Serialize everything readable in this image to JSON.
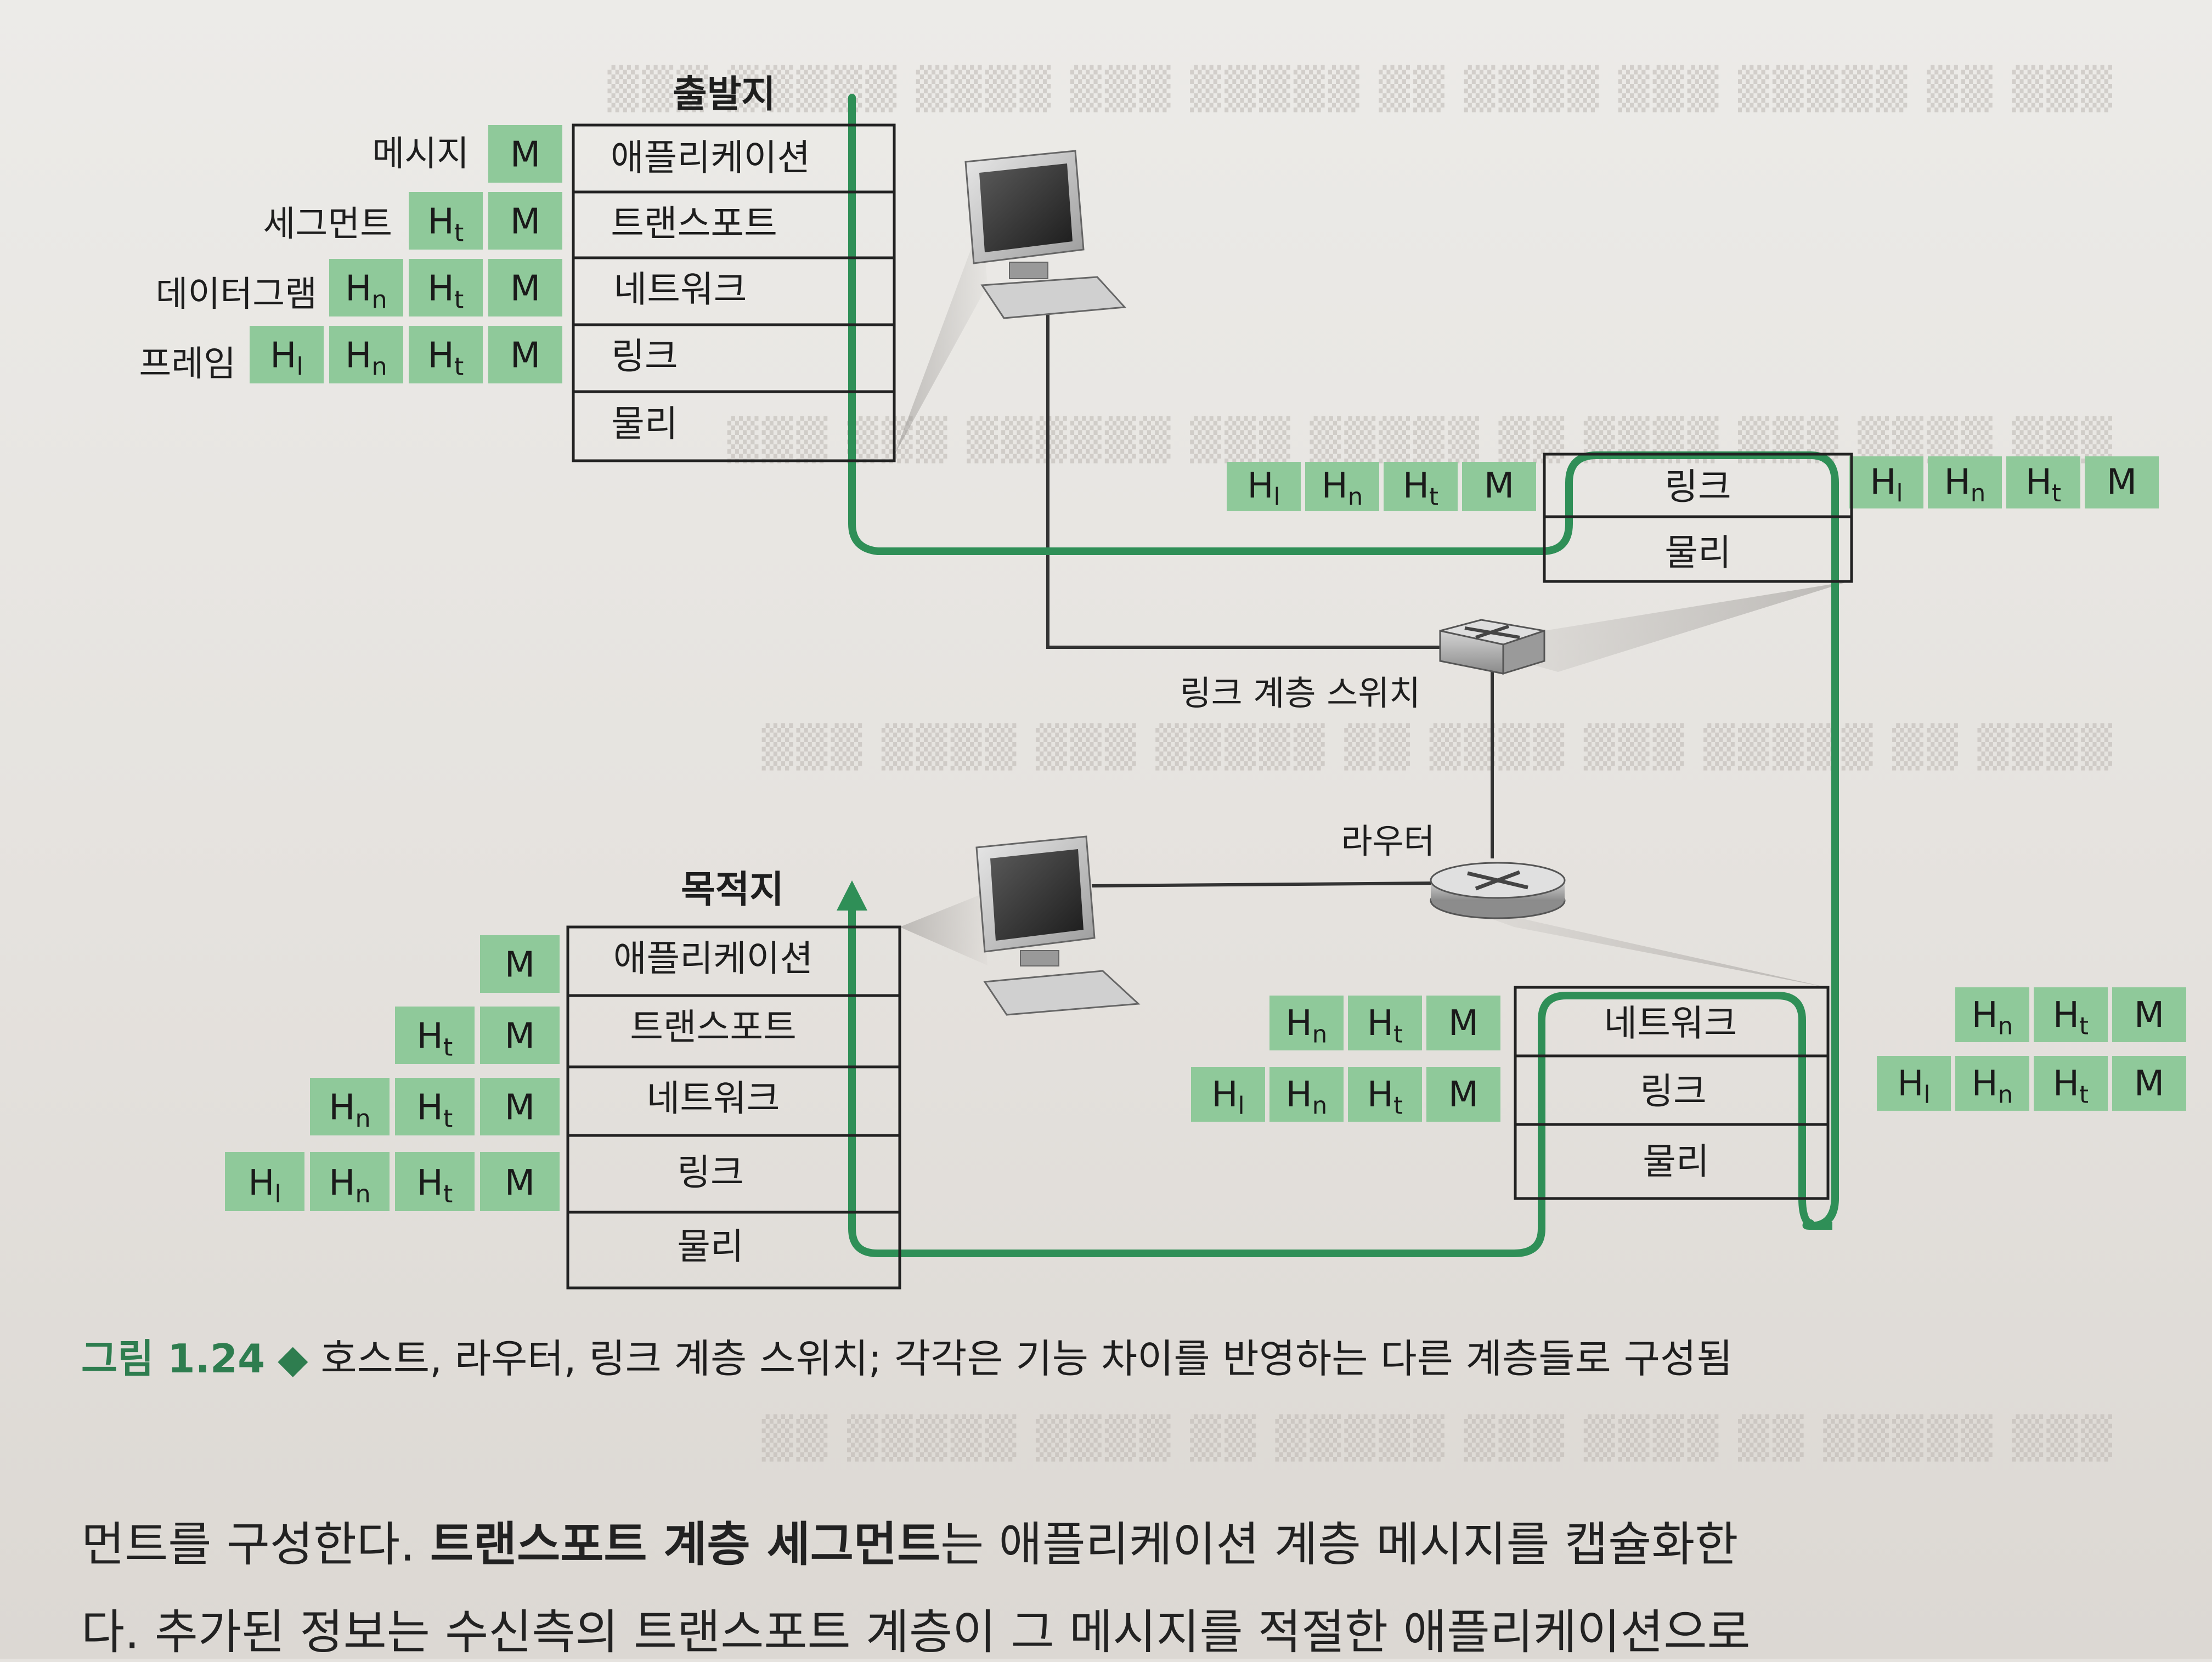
{
  "source_host": "출발지",
  "dest_host": "목적지",
  "layers": {
    "application": "애플리케이션",
    "transport": "트랜스포트",
    "network": "네트워크",
    "link": "링크",
    "physical": "물리"
  },
  "pdu_labels": {
    "message": "메시지",
    "segment": "세그먼트",
    "datagram": "데이터그램",
    "frame": "프레임"
  },
  "headers": {
    "M": "M",
    "Ht": "H",
    "Ht_sub": "t",
    "Hn": "H",
    "Hn_sub": "n",
    "Hl": "H",
    "Hl_sub": "l"
  },
  "devices": {
    "switch": "링크 계층 스위치",
    "router": "라우터"
  },
  "colors": {
    "path_green": "#2f8f57",
    "header_green": "#8fc99a",
    "caption_green": "#2e7d4f"
  },
  "caption": {
    "number": "그림 1.24",
    "bullet": "◆",
    "text": "호스트, 라우터, 링크 계층 스위치; 각각은 기능 차이를 반영하는 다른 계층들로 구성됨"
  },
  "body": {
    "line1_pre": "먼트를 구성한다. ",
    "line1_bold": "트랜스포트 계층 세그먼트",
    "line1_post": "는 애플리케이션 계층 메시지를 캡슐화한",
    "line2": "다. 추가된 정보는 수신측의 트랜스포트 계층이 그 메시지를 적절한 애플리케이션으로"
  }
}
